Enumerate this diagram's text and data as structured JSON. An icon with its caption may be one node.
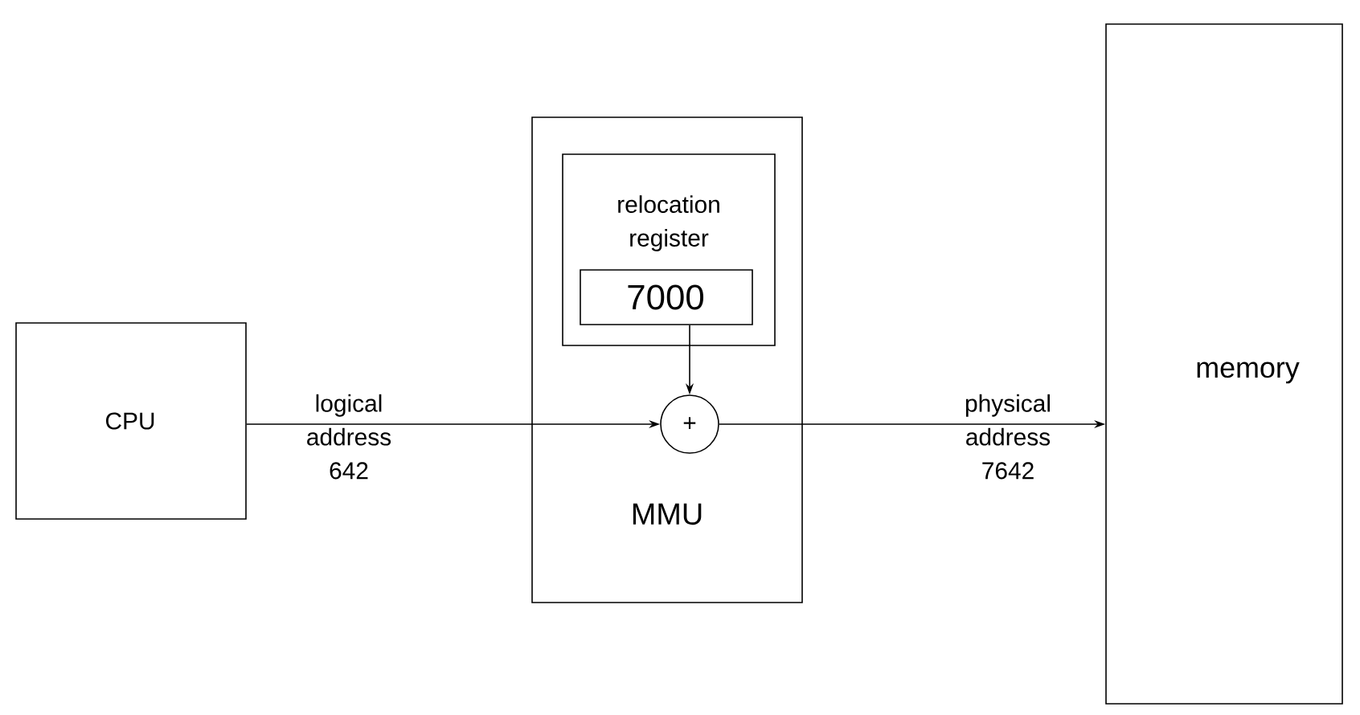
{
  "diagram": {
    "nodes": [
      {
        "text": [
          "CPU"
        ]
      },
      {
        "text": [
          "MMU"
        ]
      },
      {
        "text": [
          "relocation register"
        ],
        "in": 1
      },
      {
        "text": [
          "7000"
        ],
        "in": 2
      },
      {
        "text": [
          "+"
        ],
        "in": 1
      },
      {
        "text": [
          "memory"
        ]
      }
    ],
    "edges": [
      {
        "from": 0,
        "to": 4,
        "arrow": "to",
        "label": "logical address 642"
      },
      {
        "from": 3,
        "to": 4,
        "arrow": "to"
      },
      {
        "from": 4,
        "to": 5,
        "arrow": "to",
        "label": "physical address 7642"
      }
    ]
  }
}
